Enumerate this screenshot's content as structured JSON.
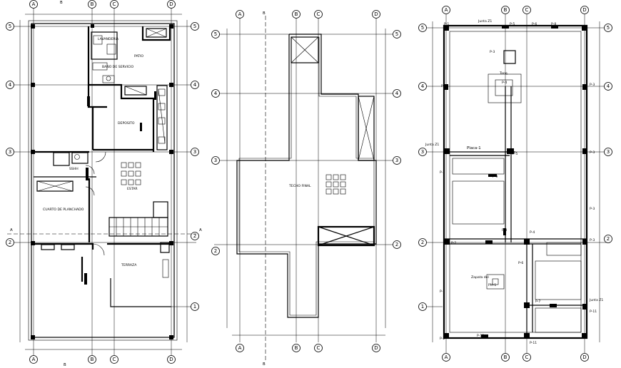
{
  "grid": {
    "columns": [
      "A",
      "B",
      "C",
      "D"
    ],
    "rows": [
      "5",
      "4",
      "3",
      "2",
      "1"
    ],
    "section_marker": "B",
    "section_marker_side": "A"
  },
  "plan1": {
    "rooms": {
      "lavanderia": "LAVANDERIA",
      "patio": "PATIO",
      "bano_servicio": "BAÑO DE SERVICIO",
      "deposito": "DEPOSITO",
      "sshh": "SSHH",
      "estar": "ESTAR",
      "cuarto_planchado": "CUARTO DE PLANCHADO",
      "terraza": "TERRAZA"
    }
  },
  "plan2": {
    "rooms": {
      "techo_final": "TECHO FINAL"
    }
  },
  "plan3": {
    "labels": {
      "zapata_top": "Junta Z1",
      "zapata_left": "Junta Z1",
      "zapata_right": "Junta Z1",
      "placa": "Placa-1",
      "zapata_center": "Zapata del",
      "pm": "PM-1",
      "tank": "Tanq.",
      "p1": "P-1",
      "p2": "P-2",
      "p3": "P-3",
      "p4": "P-4",
      "p5": "P-5",
      "p6": "P-6",
      "p7": "P-7",
      "p8": "P-8",
      "p9": "P-9",
      "p10": "P-10",
      "p11": "P-11"
    }
  }
}
